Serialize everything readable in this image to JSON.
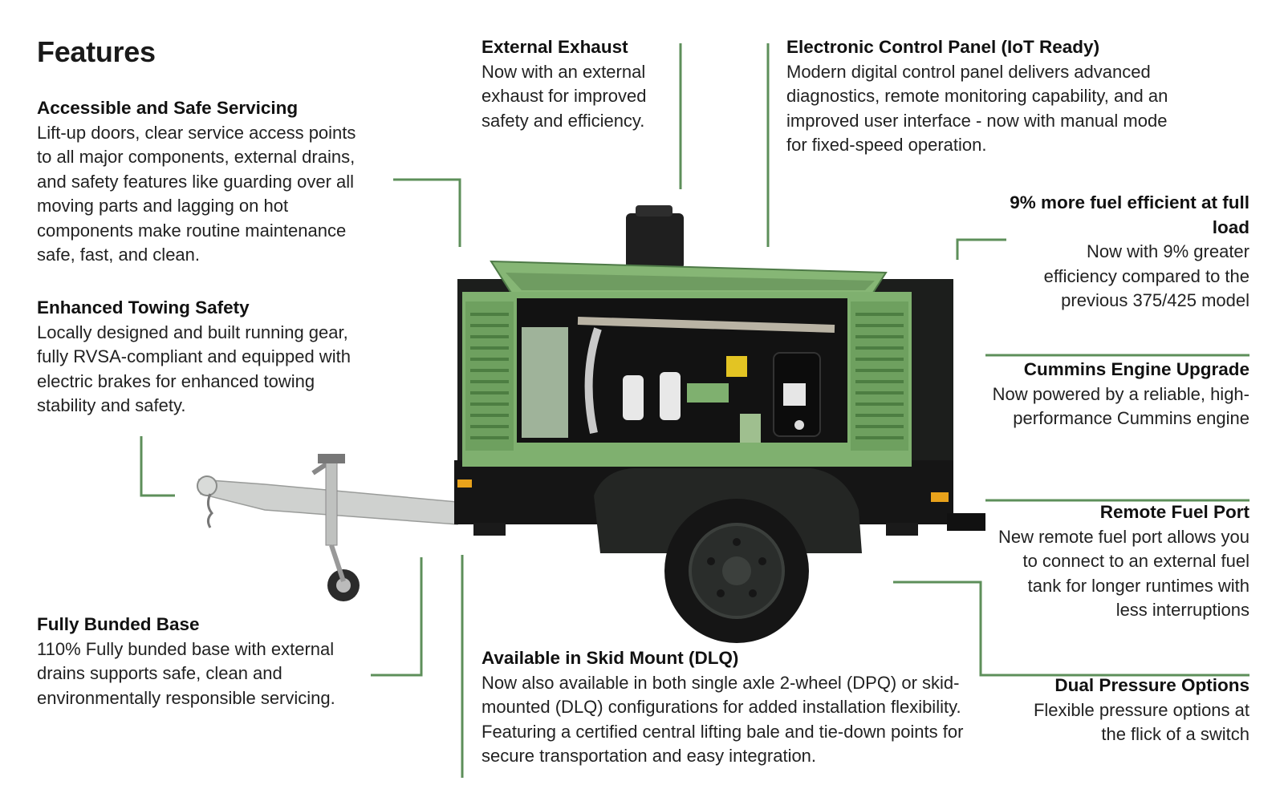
{
  "page": {
    "title": "Features"
  },
  "features": [
    {
      "id": "accessible",
      "title": "Accessible and Safe Servicing",
      "body": "Lift-up doors, clear service access points to all major components, external drains, and safety features like guarding over all moving parts and lagging on hot components make routine maintenance safe, fast, and clean."
    },
    {
      "id": "towing",
      "title": "Enhanced Towing Safety",
      "body": "Locally designed and built running gear, fully RVSA-compliant and equipped with electric brakes for enhanced towing stability and safety."
    },
    {
      "id": "bunded",
      "title": "Fully Bunded Base",
      "body": "110% Fully bunded base with external drains supports safe, clean and environmentally responsible servicing."
    },
    {
      "id": "exhaust",
      "title": "External Exhaust",
      "body": "Now with an external exhaust for improved safety and efficiency."
    },
    {
      "id": "control-panel",
      "title": "Electronic Control Panel (IoT Ready)",
      "body": "Modern digital control panel delivers advanced diagnostics, remote monitoring capability, and an improved user interface - now with manual mode for fixed-speed operation."
    },
    {
      "id": "fuel-efficient",
      "title": "9% more fuel efficient at full load",
      "body": "Now with 9% greater efficiency compared to the previous 375/425 model"
    },
    {
      "id": "cummins",
      "title": "Cummins Engine Upgrade",
      "body": "Now powered by a reliable, high-performance Cummins engine"
    },
    {
      "id": "fuel-port",
      "title": "Remote Fuel Port",
      "body": "New remote fuel port allows you to connect to an external fuel tank for longer runtimes with less interruptions"
    },
    {
      "id": "skid",
      "title": "Available in Skid Mount (DLQ)",
      "body": "Now also available in both single axle 2-wheel (DPQ) or skid-mounted (DLQ) configurations for added installation flexibility. Featuring a certified central lifting bale and tie-down points for secure transportation and easy integration."
    },
    {
      "id": "dual-pressure",
      "title": "Dual Pressure Options",
      "body": "Flexible pressure options at the flick of a switch"
    }
  ],
  "colors": {
    "leader_line": "#5d8f5a",
    "machine_green": "#7fb06f",
    "machine_black": "#1c1e1c",
    "text": "#1a1a1a"
  }
}
